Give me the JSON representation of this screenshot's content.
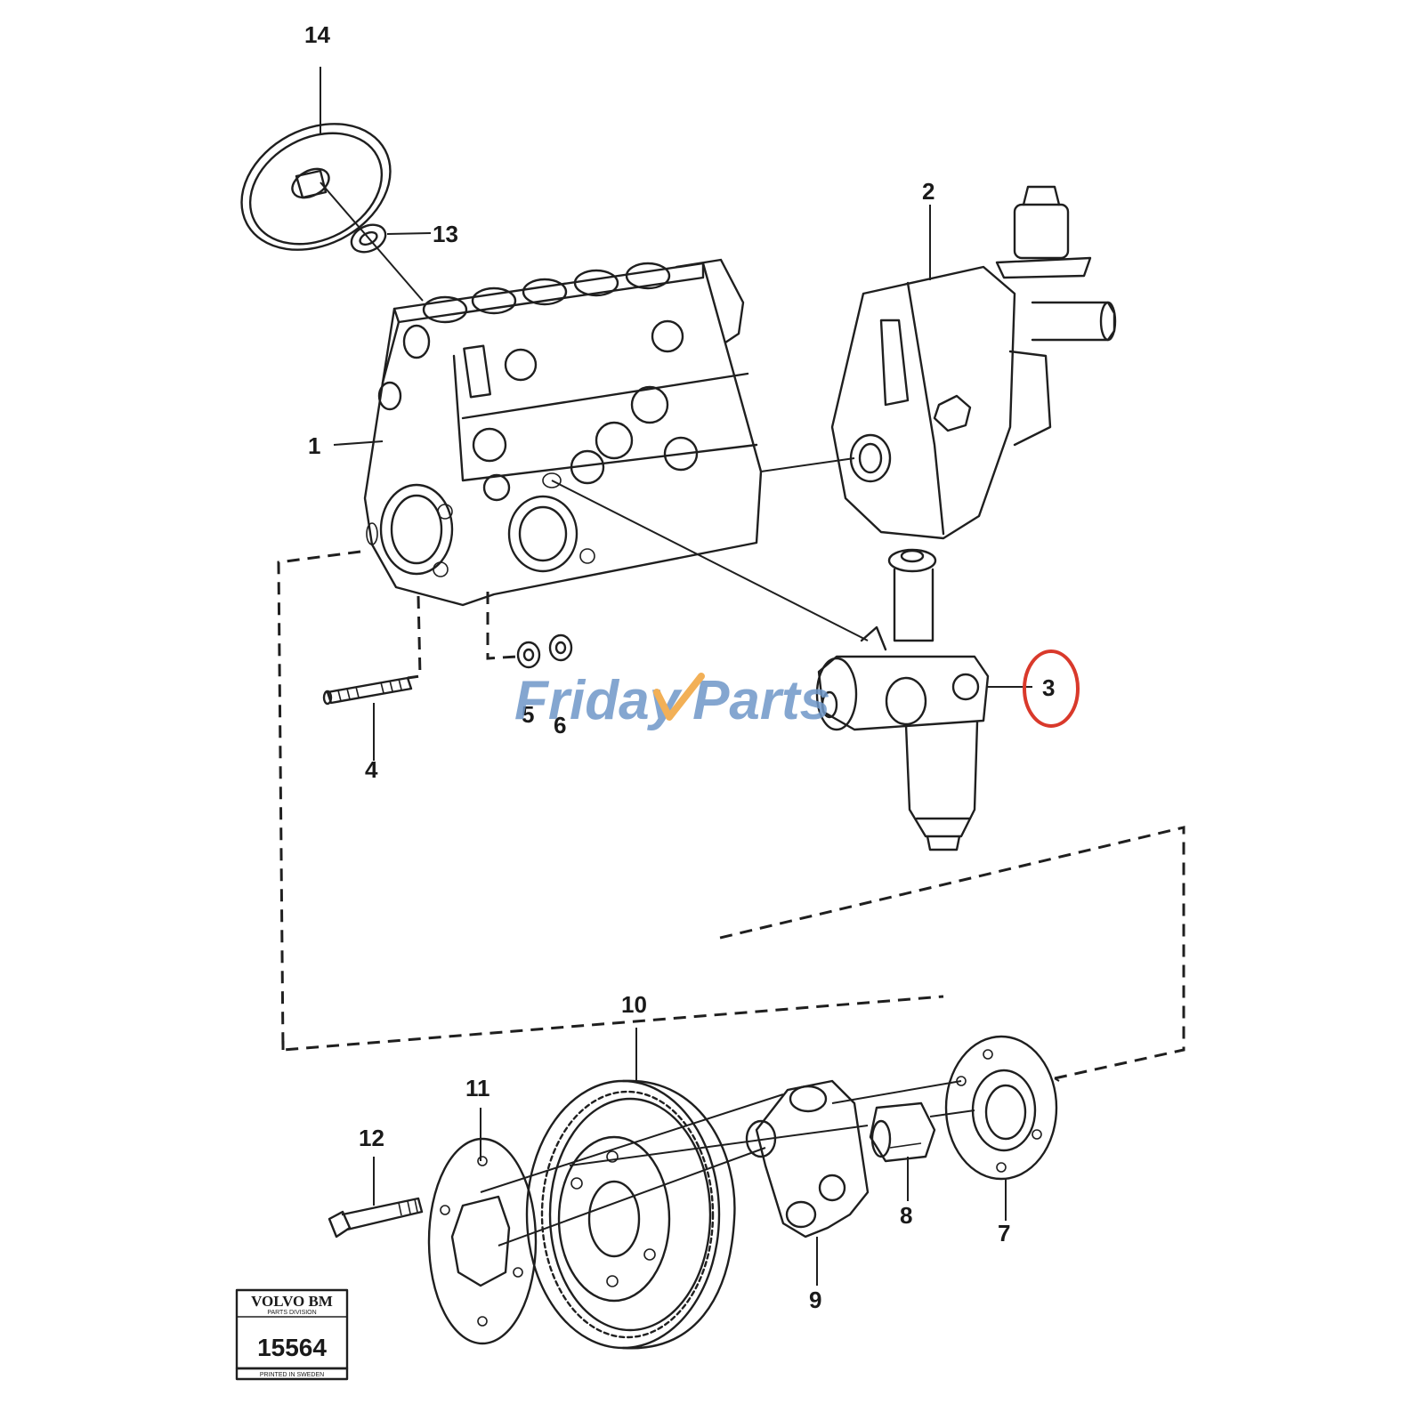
{
  "callouts": [
    {
      "id": "1",
      "label": "1"
    },
    {
      "id": "2",
      "label": "2"
    },
    {
      "id": "3",
      "label": "3"
    },
    {
      "id": "4",
      "label": "4"
    },
    {
      "id": "5",
      "label": "5"
    },
    {
      "id": "6",
      "label": "6"
    },
    {
      "id": "7",
      "label": "7"
    },
    {
      "id": "8",
      "label": "8"
    },
    {
      "id": "9",
      "label": "9"
    },
    {
      "id": "10",
      "label": "10"
    },
    {
      "id": "11",
      "label": "11"
    },
    {
      "id": "12",
      "label": "12"
    },
    {
      "id": "13",
      "label": "13"
    },
    {
      "id": "14",
      "label": "14"
    }
  ],
  "highlight": {
    "callout": "3",
    "color": "#d9392b"
  },
  "watermark": {
    "part1": "Friday",
    "part2": "Parts",
    "color_blue": "#6f97c8",
    "color_orange": "#f0a33a"
  },
  "plate": {
    "title": "VOLVO BM",
    "subtitle": "PARTS DIVISION",
    "number": "15564",
    "footer": "PRINTED IN SWEDEN"
  }
}
